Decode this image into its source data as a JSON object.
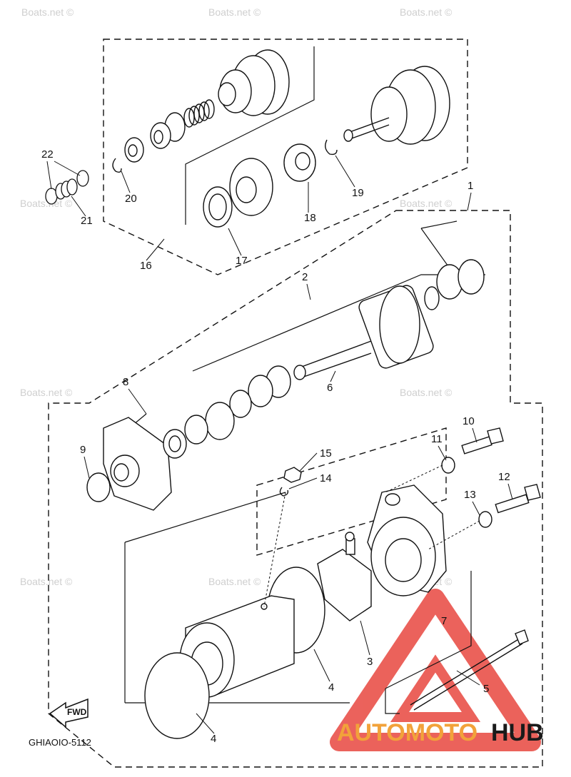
{
  "diagram": {
    "callouts": {
      "c1": "1",
      "c2": "2",
      "c3": "3",
      "c4a": "4",
      "c4b": "4",
      "c5": "5",
      "c6": "6",
      "c7": "7",
      "c8": "8",
      "c9": "9",
      "c10": "10",
      "c11": "11",
      "c12": "12",
      "c13": "13",
      "c14": "14",
      "c15": "15",
      "c16": "16",
      "c17": "17",
      "c18": "18",
      "c19": "19",
      "c20": "20",
      "c21": "21",
      "c22": "22"
    },
    "fwd_label": "FWD",
    "part_code": "GHIAOIO-5112"
  },
  "watermark": {
    "text": "Boats.net ©"
  },
  "brand": {
    "part1": "AUTOMOTO",
    "part2": "HUB",
    "colors": {
      "accent": "#e8473f",
      "orange": "#f2a23a",
      "dark": "#1a1a1a"
    }
  }
}
